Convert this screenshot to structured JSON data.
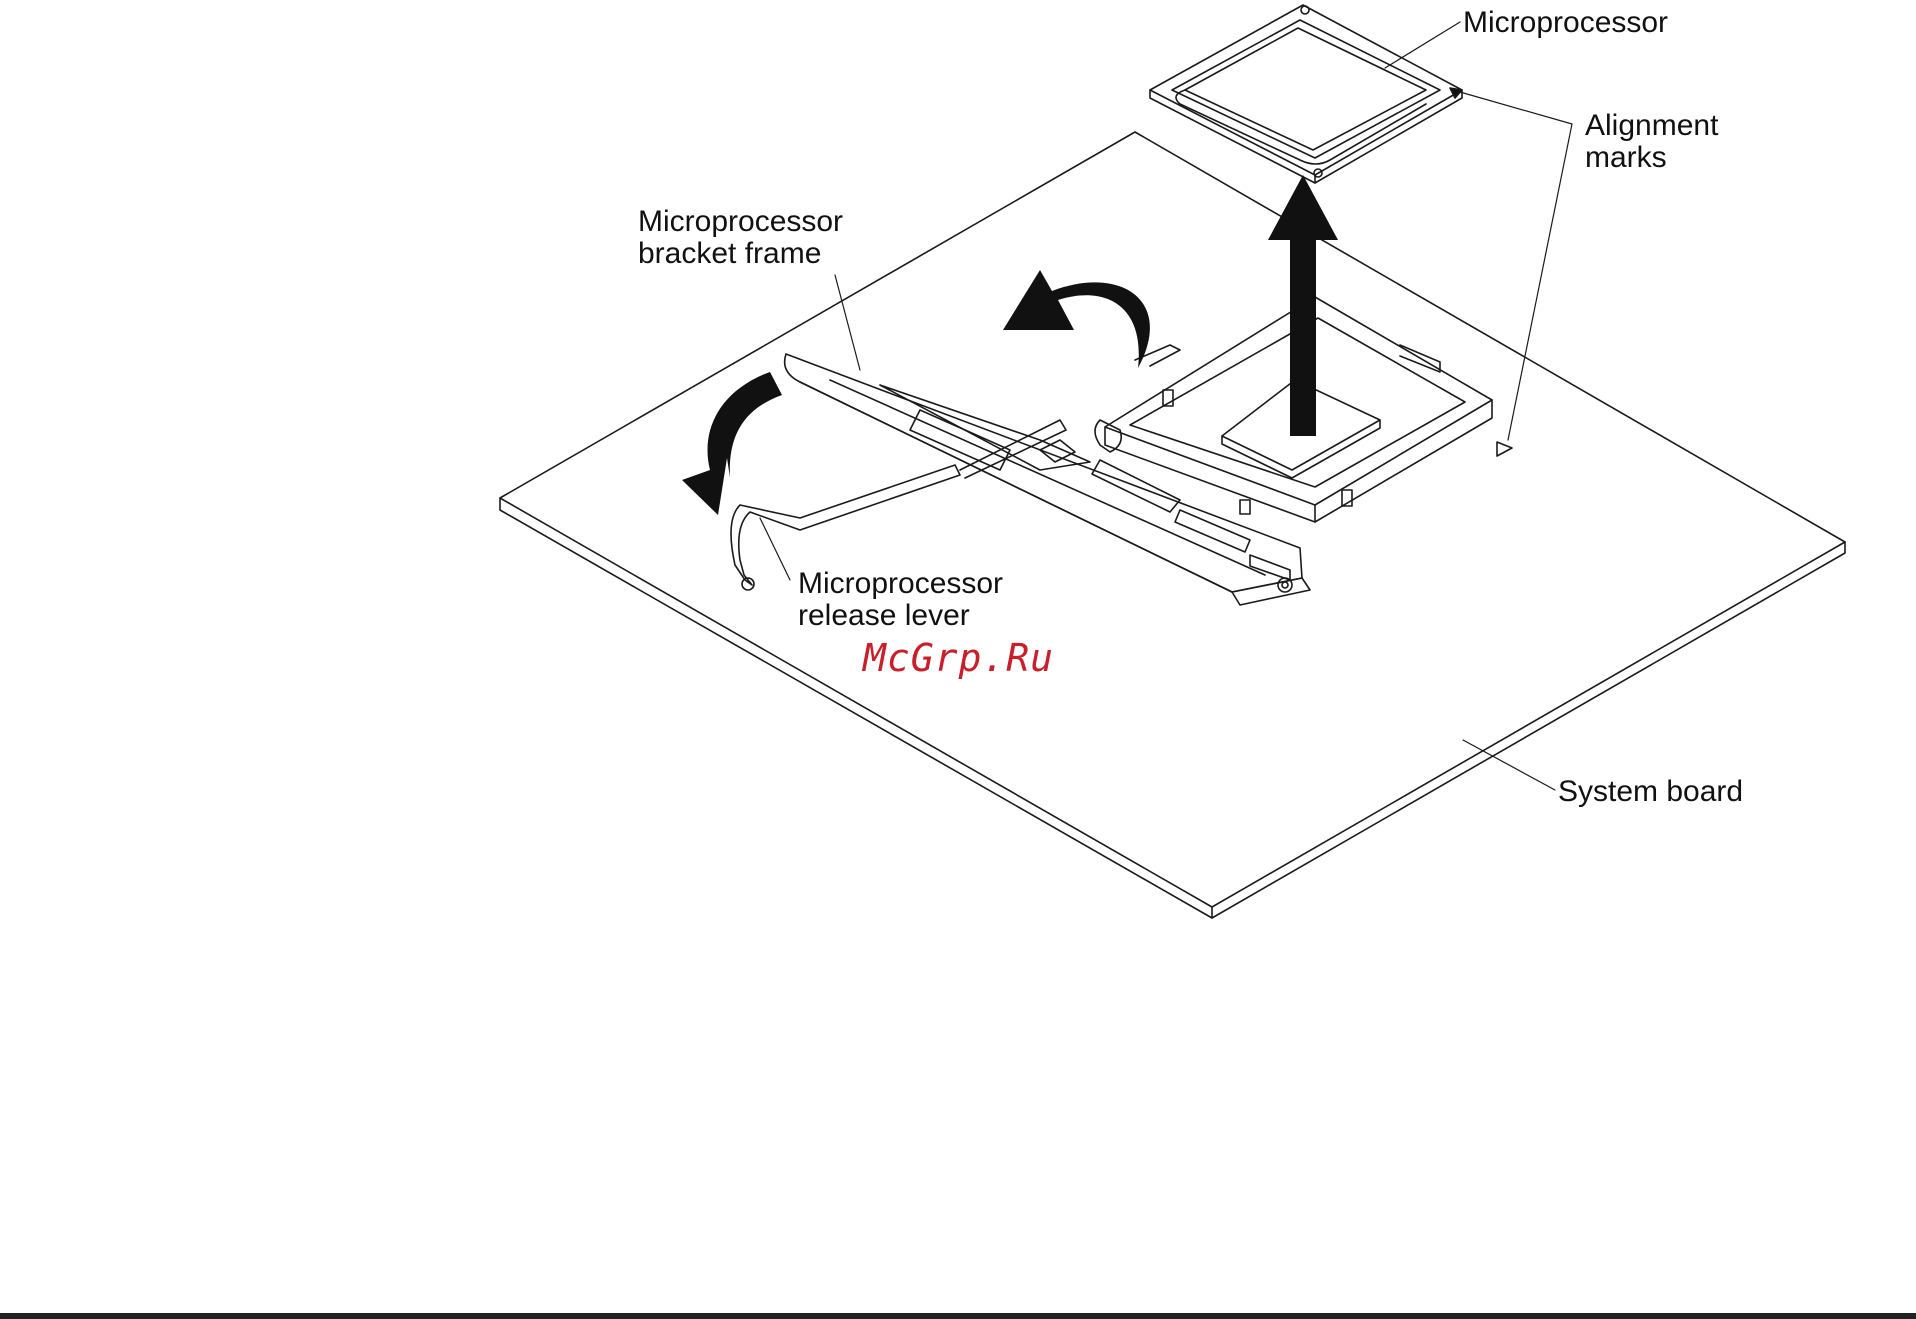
{
  "labels": {
    "microprocessor": "Microprocessor",
    "alignment_marks": [
      "Alignment",
      "marks"
    ],
    "bracket_frame": [
      "Microprocessor",
      "bracket frame"
    ],
    "release_lever": [
      "Microprocessor",
      "release lever"
    ],
    "system_board": "System board"
  },
  "watermark": {
    "text": "McGrp.Ru",
    "color": "#c8202a"
  },
  "colors": {
    "line": "#1a1a1a",
    "arrow": "#111111",
    "background": "#ffffff"
  }
}
